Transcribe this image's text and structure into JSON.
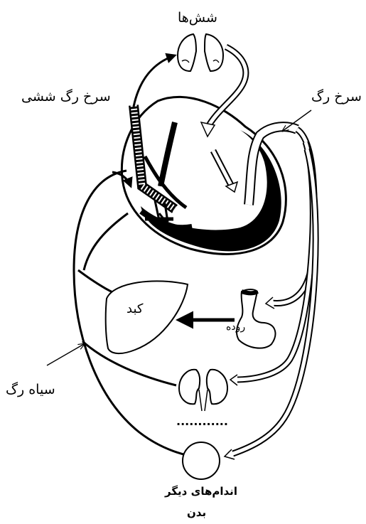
{
  "labels": {
    "lungs": "شش‌ها",
    "pulmonary_artery": "سرخ رگ ششی",
    "aorta": "سرخ رگ",
    "liver": "کبد",
    "intestine": "روده",
    "vein": "سیاه رگ",
    "other_organs_line1": "اندام‌های دیگر",
    "other_organs_line2": "بدن"
  },
  "ellipsis": "............"
}
